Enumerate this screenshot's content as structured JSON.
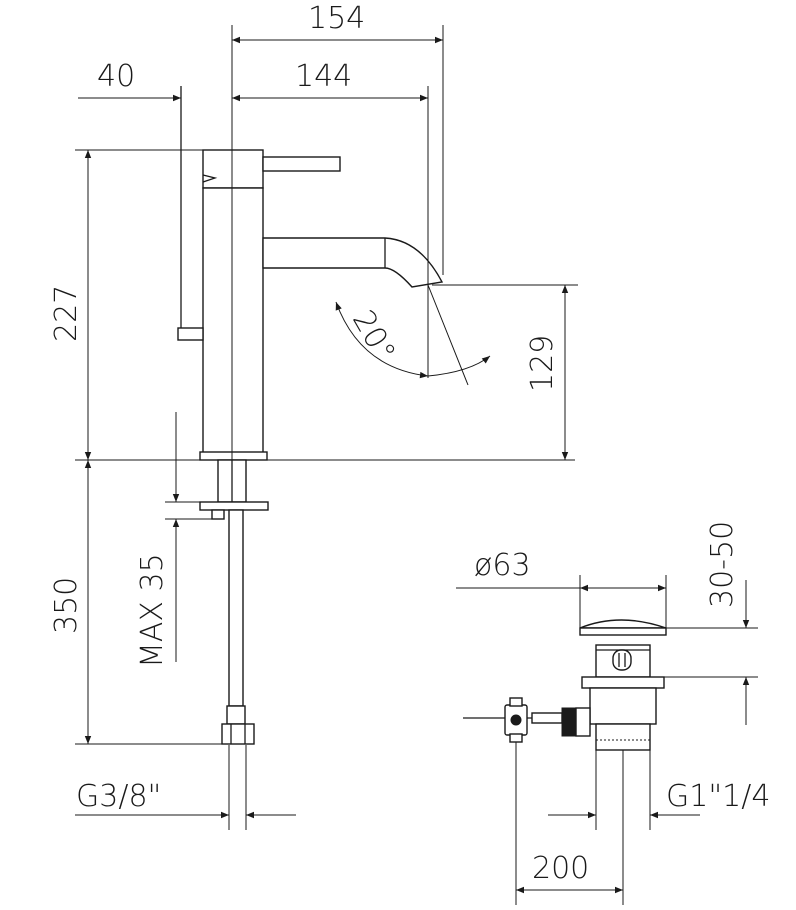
{
  "dimensions": {
    "d154": "154",
    "d40": "40",
    "d144": "144",
    "d227": "227",
    "d20deg": "20°",
    "d129": "129",
    "d350": "350",
    "dmax35": "MAX 35",
    "dphi63": "ø63",
    "d30_50": "30-50",
    "dg38": "G3/8\"",
    "dg114": "G1\"1/4",
    "d200": "200"
  }
}
